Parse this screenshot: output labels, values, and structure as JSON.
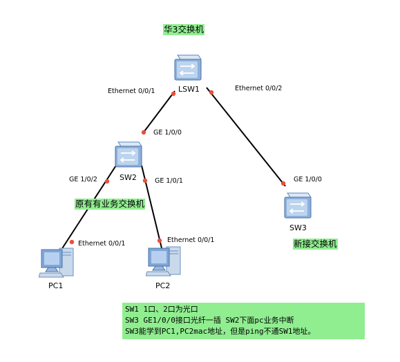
{
  "colors": {
    "link": "#000000",
    "port_dot": "#e8503c",
    "highlight": "#90ee90",
    "switch_light": "#bcd4ee",
    "switch_dark": "#5b86bd"
  },
  "annotations": {
    "h3c_switch": "华3交换机",
    "existing_switch": "原有有业务交换机",
    "new_switch": "新接交换机"
  },
  "devices": {
    "lsw1": {
      "label": "LSW1",
      "icon": "switch-icon"
    },
    "sw2": {
      "label": "SW2",
      "icon": "switch-icon"
    },
    "sw3": {
      "label": "SW3",
      "icon": "switch-icon"
    },
    "pc1": {
      "label": "PC1",
      "icon": "pc-icon"
    },
    "pc2": {
      "label": "PC2",
      "icon": "pc-icon"
    }
  },
  "ports": {
    "lsw1_p1": "Ethernet 0/0/1",
    "lsw1_p2": "Ethernet 0/0/2",
    "sw2_up": "GE 1/0/0",
    "sw2_p2": "GE 1/0/2",
    "sw2_p1": "GE 1/0/1",
    "sw3_up": "GE 1/0/0",
    "pc1_port": "Ethernet 0/0/1",
    "pc2_port": "Ethernet 0/0/1"
  },
  "note": {
    "line1": "SW1 1口、2口为光口",
    "line2": "SW3 GE1/0/0接口光纤一插  SW2下面pc业务中断",
    "line3": "SW3能学到PC1,PC2mac地址，但是ping不通SW1地址。"
  }
}
